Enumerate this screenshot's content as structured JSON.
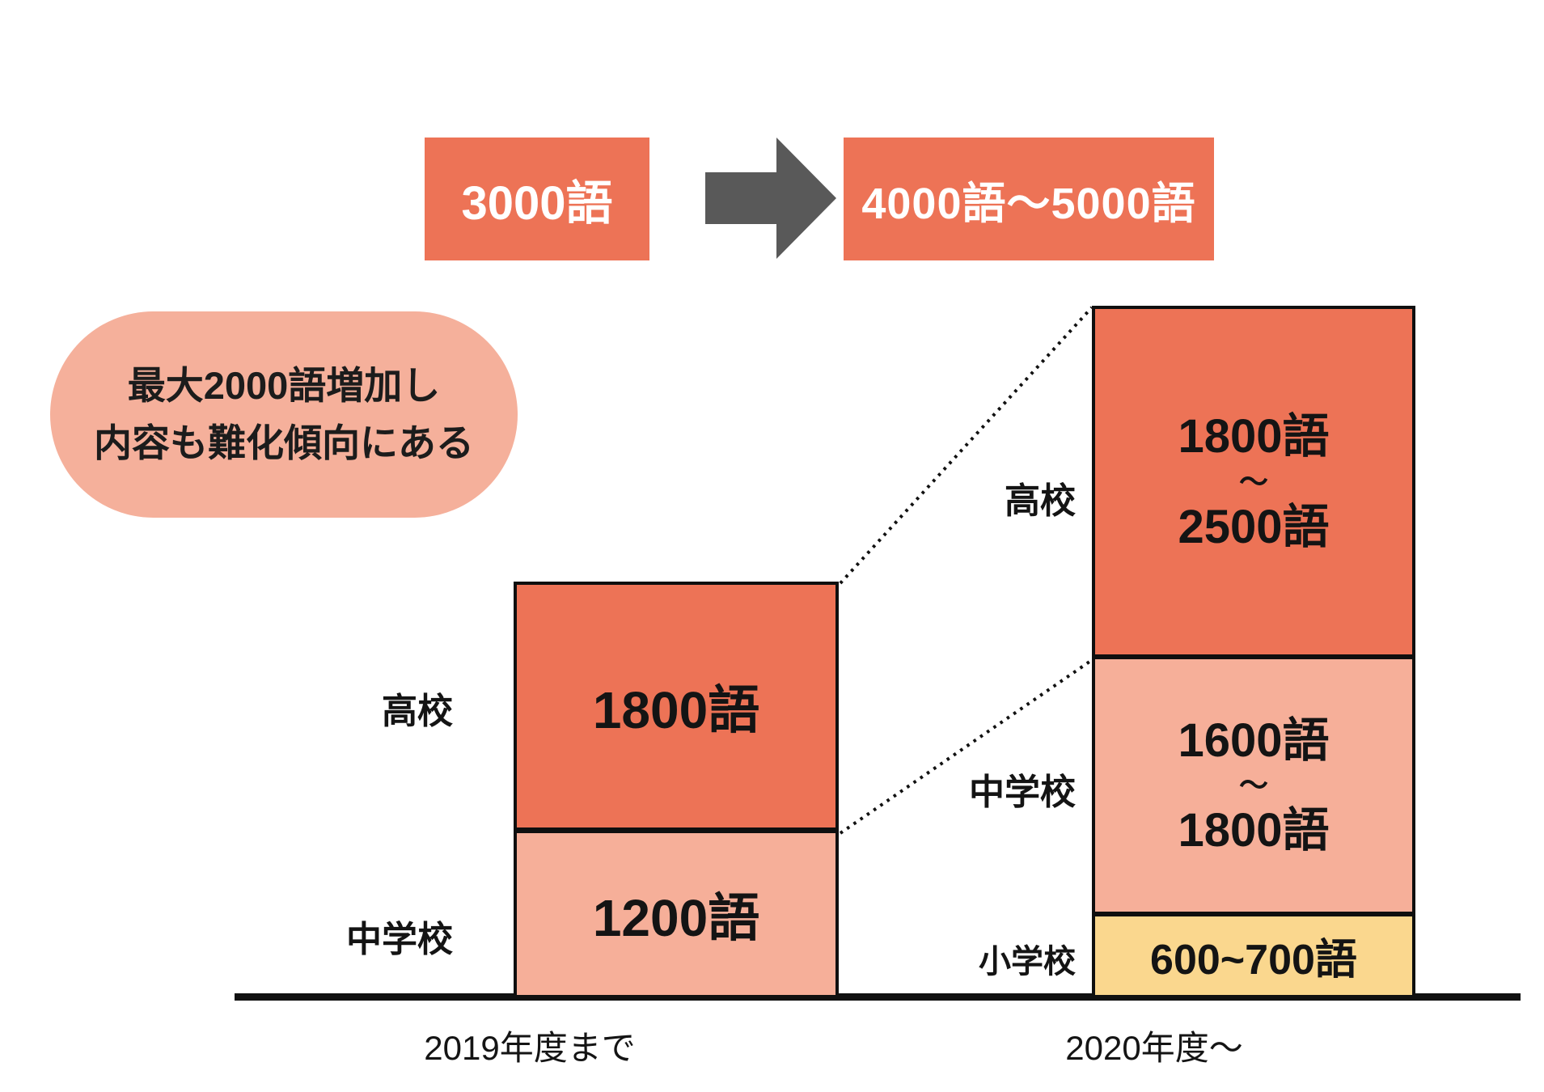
{
  "summary": {
    "before_total": "3000語",
    "after_total": "4000語～5000語"
  },
  "annotation": {
    "line1": "最大2000語増加し",
    "line2": "内容も難化傾向にある"
  },
  "bars": {
    "before": {
      "axis_label": "2019年度まで",
      "segments": [
        {
          "label": "高校",
          "value": "1800語"
        },
        {
          "label": "中学校",
          "value": "1200語"
        }
      ]
    },
    "after": {
      "axis_label": "2020年度～",
      "segments": [
        {
          "label": "高校",
          "value_from": "1800語",
          "tilde": "～",
          "value_to": "2500語"
        },
        {
          "label": "中学校",
          "value_from": "1600語",
          "tilde": "～",
          "value_to": "1800語"
        },
        {
          "label": "小学校",
          "value": "600~700語"
        }
      ]
    }
  },
  "colors": {
    "coral": "#ED7356",
    "salmon": "#F6AF99",
    "yellow": "#FAD78E",
    "bubble_pink": "#F5B09B",
    "arrow_gray": "#595959",
    "ink": "#111111"
  },
  "chart_data": {
    "type": "bar",
    "subtype": "stacked-bar-comparison",
    "title": "",
    "categories": [
      "2019年度まで",
      "2020年度～"
    ],
    "series": [
      {
        "name": "小学校",
        "values": [
          [
            0,
            0
          ],
          [
            600,
            700
          ]
        ],
        "labels": [
          "",
          "600~700語"
        ],
        "color": "#FAD78E"
      },
      {
        "name": "中学校",
        "values": [
          [
            1200,
            1200
          ],
          [
            1600,
            1800
          ]
        ],
        "labels": [
          "1200語",
          "1600語～1800語"
        ],
        "color": "#F6AF99"
      },
      {
        "name": "高校",
        "values": [
          [
            1800,
            1800
          ],
          [
            1800,
            2500
          ]
        ],
        "labels": [
          "1800語",
          "1800語～2500語"
        ],
        "color": "#ED7356"
      }
    ],
    "totals": [
      "3000語",
      "4000語～5000語"
    ],
    "annotation": "最大2000語増加し 内容も難化傾向にある",
    "unit": "語",
    "xlabel": "",
    "ylabel": "",
    "legend": "inline-left-of-bars",
    "grid": false
  }
}
